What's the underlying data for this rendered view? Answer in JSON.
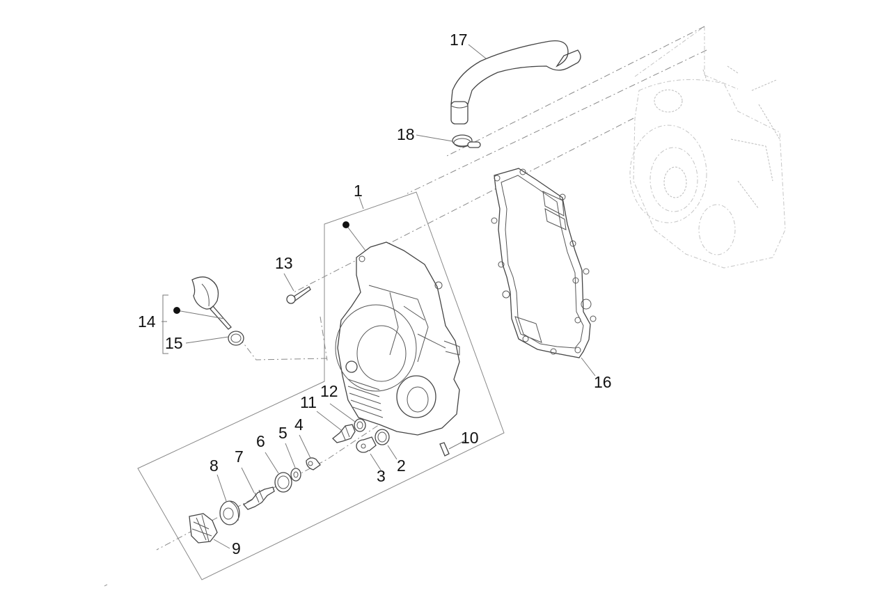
{
  "diagram": {
    "type": "exploded-parts-view",
    "subject": "Engine side cover with water pump and oil dipstick",
    "labels": [
      {
        "id": "1",
        "text": "1",
        "part": "side-cover"
      },
      {
        "id": "2",
        "text": "2",
        "part": "o-ring"
      },
      {
        "id": "3",
        "text": "3",
        "part": "plug"
      },
      {
        "id": "4",
        "text": "4",
        "part": "retainer-washer"
      },
      {
        "id": "5",
        "text": "5",
        "part": "washer"
      },
      {
        "id": "6",
        "text": "6",
        "part": "seal-ring"
      },
      {
        "id": "7",
        "text": "7",
        "part": "pump-shaft"
      },
      {
        "id": "8",
        "text": "8",
        "part": "bearing-seal"
      },
      {
        "id": "9",
        "text": "9",
        "part": "impeller"
      },
      {
        "id": "10",
        "text": "10",
        "part": "dowel-pin"
      },
      {
        "id": "11",
        "text": "11",
        "part": "temperature-sensor"
      },
      {
        "id": "12",
        "text": "12",
        "part": "sealing-washer"
      },
      {
        "id": "13",
        "text": "13",
        "part": "bolt"
      },
      {
        "id": "14",
        "text": "14",
        "part": "oil-dipstick-assembly"
      },
      {
        "id": "15",
        "text": "15",
        "part": "dipstick-o-ring"
      },
      {
        "id": "16",
        "text": "16",
        "part": "cover-gasket"
      },
      {
        "id": "17",
        "text": "17",
        "part": "breather-hose"
      },
      {
        "id": "18",
        "text": "18",
        "part": "hose-clamp"
      }
    ],
    "markers": [
      {
        "id": "dot-1",
        "meaning": "included-in-assembly",
        "label": "1"
      },
      {
        "id": "dot-14",
        "meaning": "included-in-assembly",
        "label": "14"
      }
    ],
    "colors": {
      "background": "#ffffff",
      "linework": "#444444",
      "leader": "#777777",
      "ghost_engine": "#c4c4c4",
      "label_text": "#111111"
    }
  }
}
